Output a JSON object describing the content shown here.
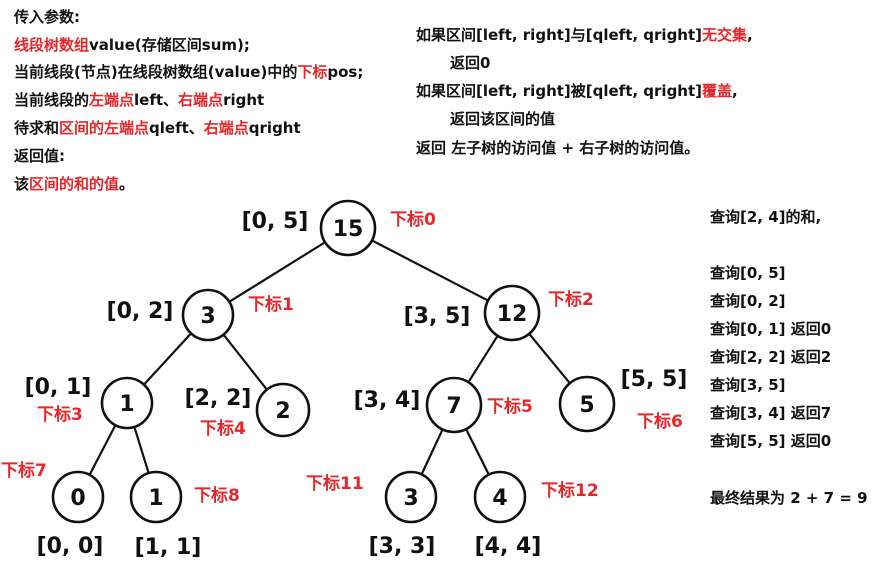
{
  "params": {
    "heading": "传入参数:",
    "line1": {
      "red": "线段树数组",
      "rest": "value(存储区间sum);"
    },
    "line2": {
      "pre": "当前线段(节点)在线段树数组(value)中的",
      "red": "下标",
      "post": "pos;"
    },
    "line3": {
      "pre": "当前线段的",
      "red1": "左端点",
      "mid": "left、",
      "red2": "右端点",
      "post": "right"
    },
    "line4": {
      "pre": "待求和",
      "red1": "区间的左端点",
      "mid": "qleft、",
      "red2": "右端点",
      "post": "qright"
    },
    "ret_heading": "返回值:",
    "ret_line": {
      "pre": "该",
      "red": "区间的和的值",
      "post": "。"
    }
  },
  "rules": {
    "r1": {
      "pre": "如果区间[left, right]与[qleft, qright]",
      "red": "无交集",
      "post": ","
    },
    "r1b": "返回0",
    "r2": {
      "pre": "如果区间[left, right]被[qleft, qright]",
      "red": "覆盖",
      "post": ","
    },
    "r2b": "返回该区间的值",
    "r3": "返回 左子树的访问值 +   右子树的访问值。"
  },
  "query": {
    "title": "查询[2, 4]的和,",
    "steps": [
      "查询[0, 5]",
      "查询[0, 2]",
      "查询[0, 1] 返回0",
      "查询[2, 2] 返回2",
      "查询[3, 5]",
      "查询[3, 4] 返回7",
      "查询[5, 5] 返回0"
    ],
    "result": "最终结果为 2 + 7 = 9"
  },
  "tree": {
    "nodes": [
      {
        "id": 0,
        "value": "15",
        "range": "[0, 5]",
        "index": "下标0"
      },
      {
        "id": 1,
        "value": "3",
        "range": "[0, 2]",
        "index": "下标1"
      },
      {
        "id": 2,
        "value": "12",
        "range": "[3, 5]",
        "index": "下标2"
      },
      {
        "id": 3,
        "value": "1",
        "range": "[0, 1]",
        "index": "下标3"
      },
      {
        "id": 4,
        "value": "2",
        "range": "[2, 2]",
        "index": "下标4"
      },
      {
        "id": 5,
        "value": "7",
        "range": "[3, 4]",
        "index": "下标5"
      },
      {
        "id": 6,
        "value": "5",
        "range": "[5, 5]",
        "index": "下标6"
      },
      {
        "id": 7,
        "value": "0",
        "range": "[0, 0]",
        "index": "下标7"
      },
      {
        "id": 8,
        "value": "1",
        "range": "[1, 1]",
        "index": "下标8"
      },
      {
        "id": 11,
        "value": "3",
        "range": "[3, 3]",
        "index": "下标11"
      },
      {
        "id": 12,
        "value": "4",
        "range": "[4, 4]",
        "index": "下标12"
      }
    ],
    "edges": [
      [
        0,
        1
      ],
      [
        0,
        2
      ],
      [
        1,
        3
      ],
      [
        1,
        4
      ],
      [
        2,
        5
      ],
      [
        2,
        6
      ],
      [
        3,
        7
      ],
      [
        3,
        8
      ],
      [
        5,
        11
      ],
      [
        5,
        12
      ]
    ]
  }
}
